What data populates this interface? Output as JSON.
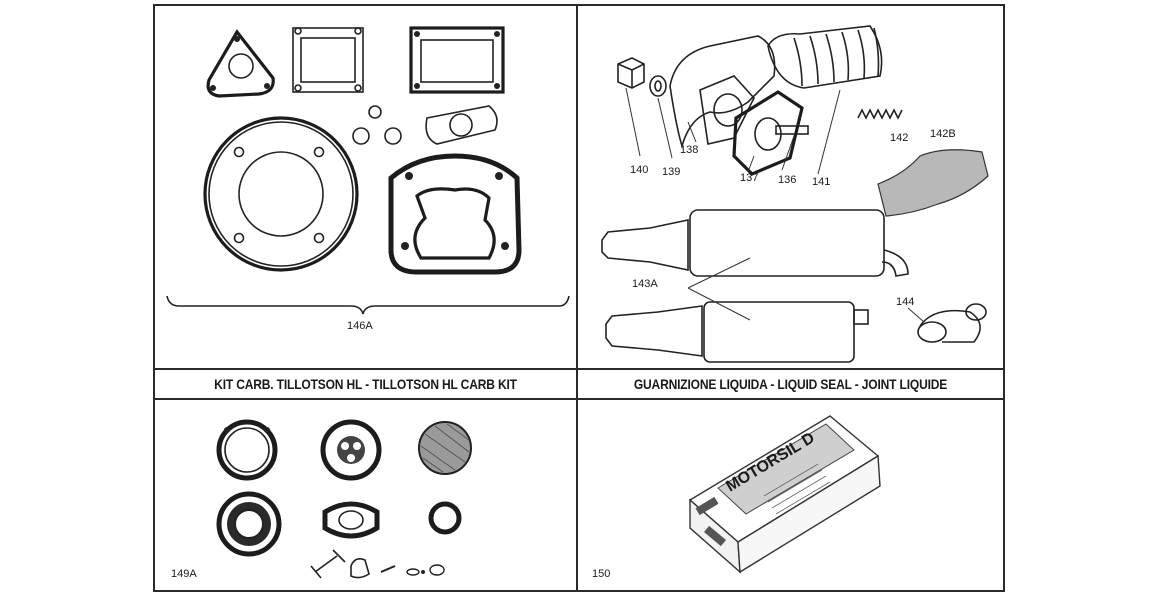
{
  "panels": {
    "top_left": {
      "callout": "146A"
    },
    "top_right": {
      "callouts": {
        "c136": "136",
        "c137": "137",
        "c138": "138",
        "c139": "139",
        "c140": "140",
        "c141": "141",
        "c142": "142",
        "c142b": "142B",
        "c143a": "143A",
        "c144": "144"
      }
    },
    "bottom_left": {
      "header": "KIT CARB. TILLOTSON HL - TILLOTSON HL  CARB KIT",
      "callout": "149A"
    },
    "bottom_right": {
      "header": "GUARNIZIONE LIQUIDA - LIQUID SEAL - JOINT LIQUIDE",
      "callout": "150",
      "product_name": "MOTORSIL D"
    }
  }
}
